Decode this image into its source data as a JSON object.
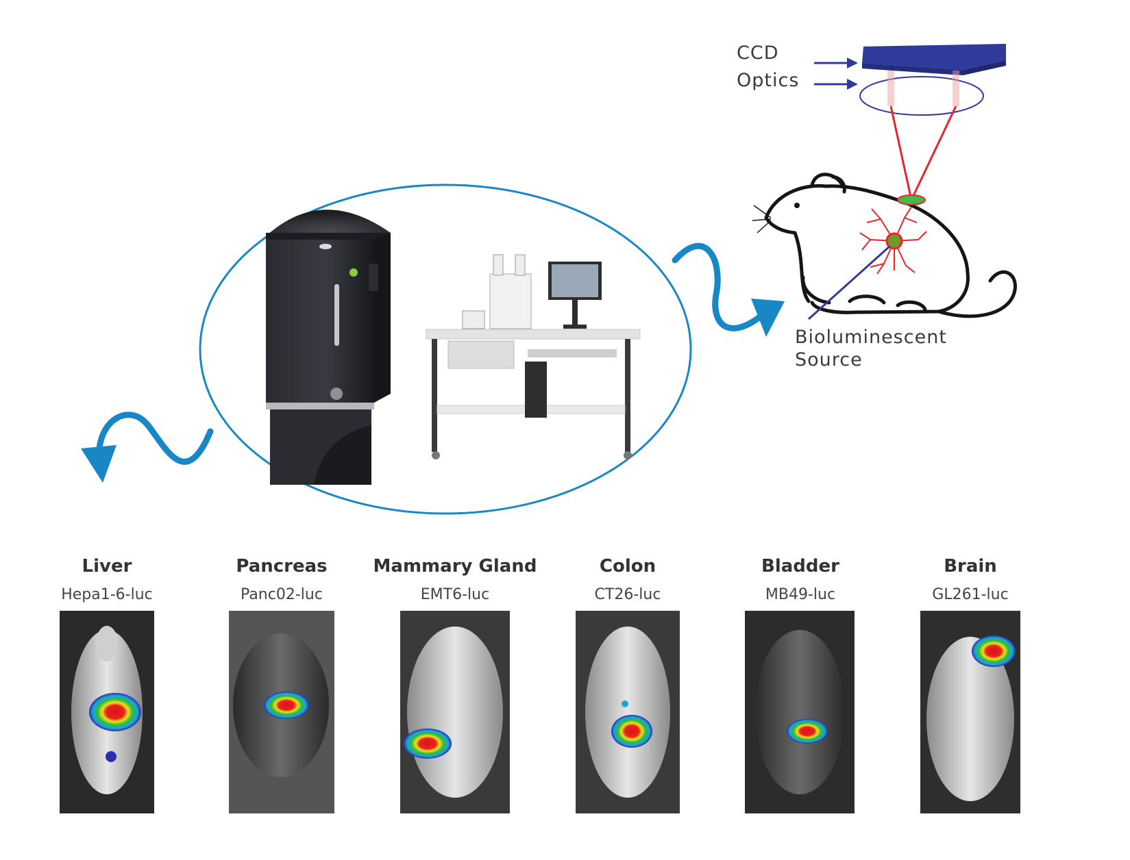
{
  "setup": {
    "ccd_label": "CCD",
    "optics_label": "Optics",
    "source_label_line1": "Bioluminescent",
    "source_label_line2": "Source"
  },
  "colors": {
    "cycle_blue": "#1787c6",
    "ccd_blue": "#2f3a9a",
    "ray_red": "#e8232b"
  },
  "models": [
    {
      "organ": "Liver",
      "cell_line": "Hepa1-6-luc"
    },
    {
      "organ": "Pancreas",
      "cell_line": "Panc02-luc"
    },
    {
      "organ": "Mammary Gland",
      "cell_line": "EMT6-luc"
    },
    {
      "organ": "Colon",
      "cell_line": "CT26-luc"
    },
    {
      "organ": "Bladder",
      "cell_line": "MB49-luc"
    },
    {
      "organ": "Brain",
      "cell_line": "GL261-luc"
    }
  ]
}
